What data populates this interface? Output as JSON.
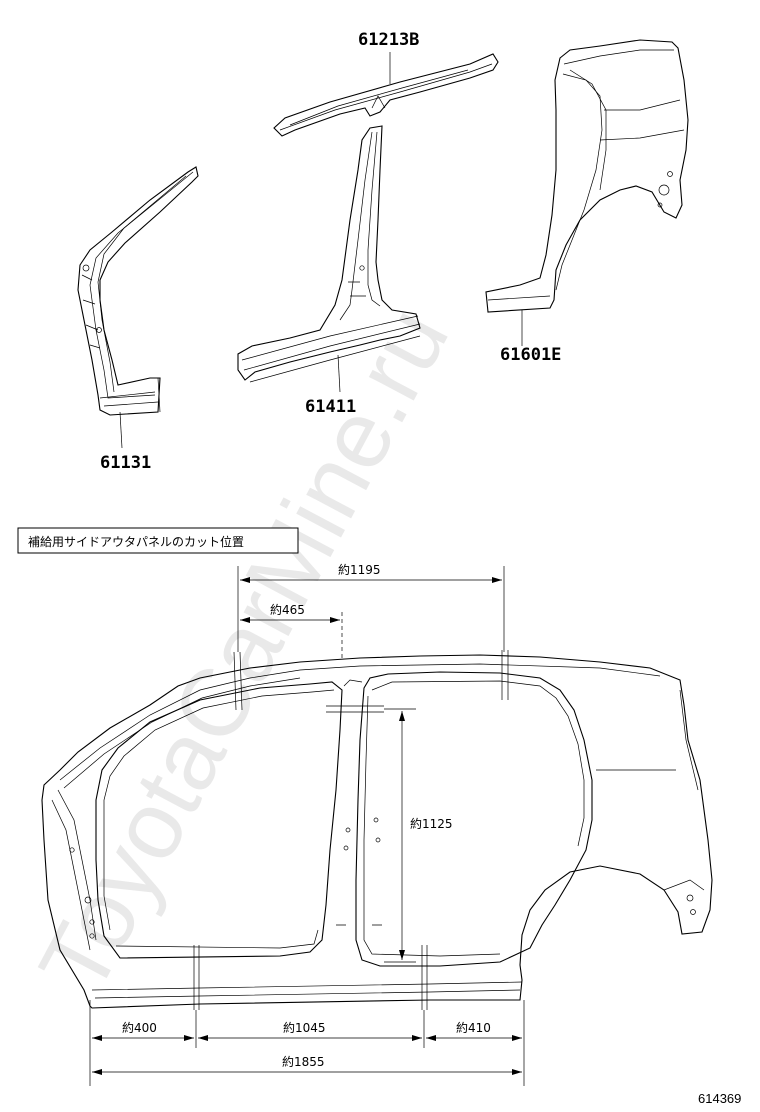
{
  "parts": {
    "p61213b": "61213B",
    "p61131": "61131",
    "p61411": "61411",
    "p61601e": "61601E"
  },
  "caption": "補給用サイドアウタパネルのカット位置",
  "dimensions": {
    "d1195": "約1195",
    "d465": "約465",
    "d1125": "約1125",
    "d400": "約400",
    "d1045": "約1045",
    "d410": "約410",
    "d1855": "約1855"
  },
  "watermark": "ToyotaCarMine.ru",
  "diagram_number": "614369"
}
